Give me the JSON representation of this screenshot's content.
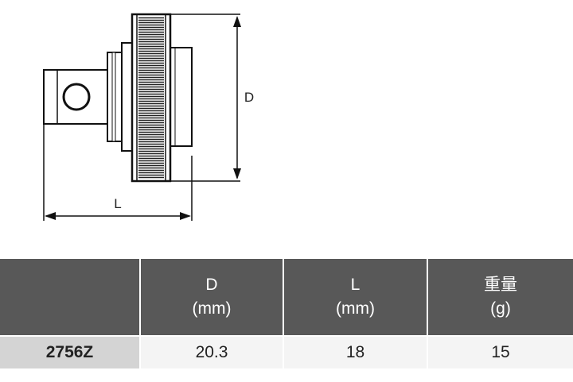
{
  "drawing": {
    "dimension_d": "D",
    "dimension_l": "L"
  },
  "table": {
    "columns": [
      {
        "header": ""
      },
      {
        "header": "D",
        "unit": "(mm)"
      },
      {
        "header": "L",
        "unit": "(mm)"
      },
      {
        "header": "重量",
        "unit": "(g)"
      }
    ],
    "rows": [
      {
        "model": "2756Z",
        "d": "20.3",
        "l": "18",
        "weight": "15"
      }
    ]
  }
}
